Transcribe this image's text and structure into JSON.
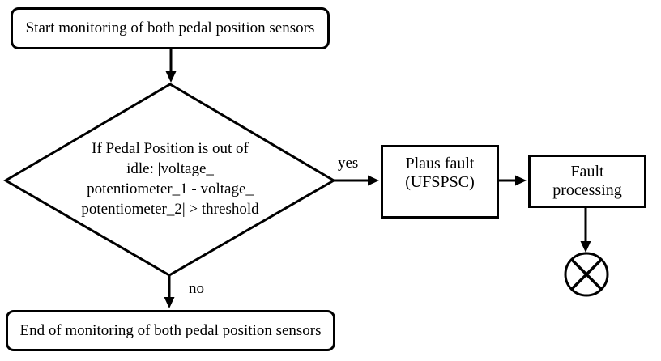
{
  "diagram": {
    "type": "flowchart",
    "background_color": "#ffffff",
    "stroke_color": "#000000",
    "text_color": "#000000",
    "nodes": {
      "start": {
        "shape": "rounded-rect",
        "label": "Start monitoring of both pedal position sensors"
      },
      "decision": {
        "shape": "diamond",
        "label": "If Pedal Position is out of idle: |voltage_potentiometer_1 - voltage_potentiometer_2| > threshold",
        "label_lines": [
          "If Pedal Position is out of",
          "idle: |voltage_",
          "potentiometer_1 - voltage_",
          "potentiometer_2| > threshold"
        ]
      },
      "plaus_fault": {
        "shape": "rect",
        "label": "Plaus fault (UFSPSC)",
        "label_lines": [
          "Plaus fault",
          "(UFSPSC)"
        ]
      },
      "fault_processing": {
        "shape": "rect",
        "label": "Fault processing",
        "label_lines": [
          "Fault",
          "processing"
        ]
      },
      "end": {
        "shape": "rounded-rect",
        "label": "End of monitoring of both pedal position sensors"
      },
      "sink": {
        "shape": "crossed-circle"
      }
    },
    "edges": [
      {
        "from": "start",
        "to": "decision",
        "label": ""
      },
      {
        "from": "decision",
        "to": "plaus_fault",
        "label": "yes"
      },
      {
        "from": "plaus_fault",
        "to": "fault_processing",
        "label": ""
      },
      {
        "from": "fault_processing",
        "to": "sink",
        "label": ""
      },
      {
        "from": "decision",
        "to": "end",
        "label": "no"
      }
    ]
  }
}
